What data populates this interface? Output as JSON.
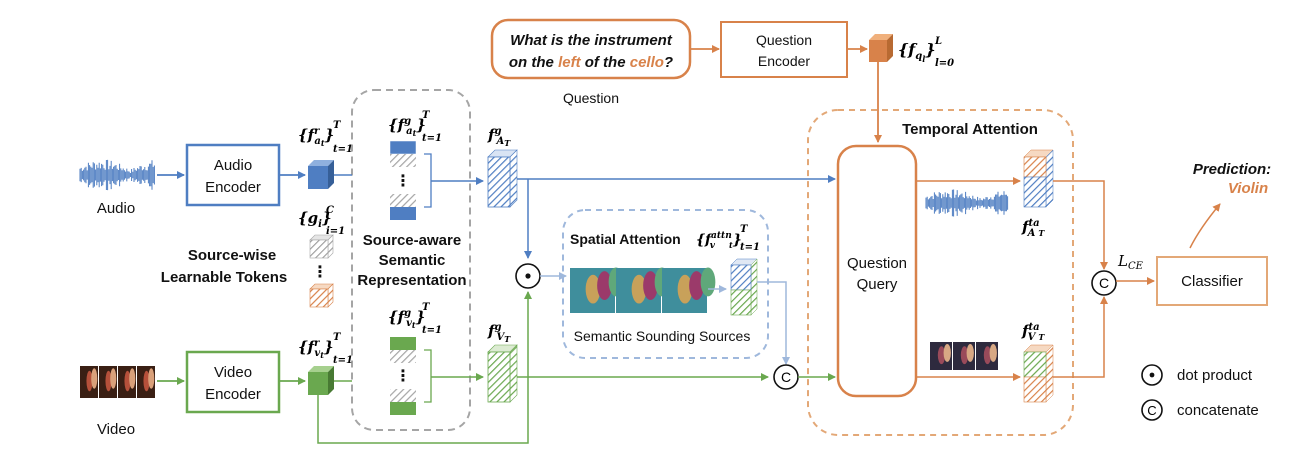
{
  "colors": {
    "blue": "#4f7ec2",
    "green": "#6aa84f",
    "orange": "#d8824a",
    "gray": "#a5a5a5",
    "light_blue": "#9fb8dc"
  },
  "question": {
    "line1": "What is the instrument",
    "line2_pre": "on the ",
    "line2_left": "left",
    "line2_mid": " of the ",
    "line2_cello": "cello",
    "line2_end": "?",
    "caption": "Question"
  },
  "question_encoder": {
    "line1": "Question",
    "line2": "Encoder"
  },
  "inputs": {
    "audio": "Audio",
    "video": "Video"
  },
  "audio_encoder": {
    "line1": "Audio",
    "line2": "Encoder"
  },
  "video_encoder": {
    "line1": "Video",
    "line2": "Encoder"
  },
  "tokens_label": {
    "line1": "Source-wise",
    "line2": "Learnable Tokens"
  },
  "semantic_box": {
    "line1": "Source-aware",
    "line2": "Semantic",
    "line3": "Representation"
  },
  "spatial": {
    "title": "Spatial Attention",
    "caption": "Semantic Sounding Sources"
  },
  "temporal": {
    "title": "Temporal Attention",
    "query_line1": "Question",
    "query_line2": "Query"
  },
  "prediction": {
    "title": "Prediction:",
    "value": "Violin"
  },
  "classifier": "Classifier",
  "loss": {
    "L": "L",
    "sub": "CE"
  },
  "dots": "⋮",
  "legend": {
    "dot_symbol": "⊙",
    "dot_text": "dot product",
    "cat_symbol": "C",
    "cat_text": "concatenate"
  },
  "math": {
    "f": "f",
    "g": "g",
    "T": "T",
    "C": "C",
    "L": "L",
    "fq_sub": "q",
    "fq_sub2": "l",
    "fq_range": "l=0",
    "t1": "t=1",
    "i1": "i=1",
    "r": "r",
    "at": "a",
    "vt": "v",
    "t": "t",
    "AT": "A",
    "VT": "V",
    "ta": "ta",
    "attn": "attn",
    "gi_g": "g",
    "gi_i": "i",
    "lbrace": "{",
    "rbrace": "}"
  }
}
